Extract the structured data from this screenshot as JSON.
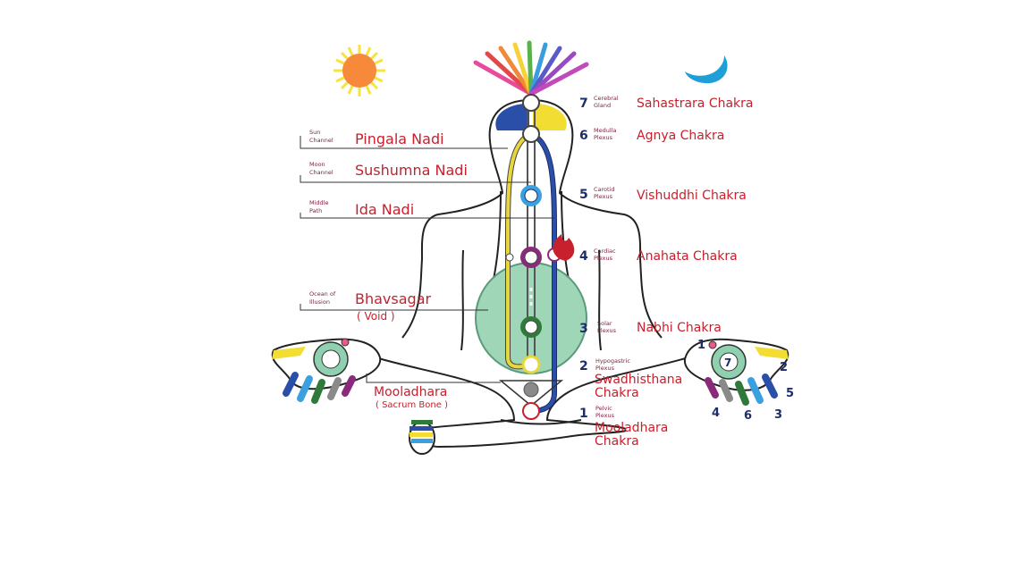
{
  "left_labels": {
    "pingala": {
      "sub1": "Sun",
      "sub2": "Channel",
      "name": "Pingala Nadi"
    },
    "sushumna": {
      "sub1": "Moon",
      "sub2": "Channel",
      "name": "Sushumna Nadi"
    },
    "ida": {
      "sub1": "Middle",
      "sub2": "Path",
      "name": "Ida Nadi"
    },
    "bhavsagar": {
      "sub1": "Ocean of",
      "sub2": "Illusion",
      "name": "Bhavsagar",
      "note": "( Void )"
    },
    "mooladhara": {
      "name": "Mooladhara",
      "note": "( Sacrum Bone )"
    }
  },
  "chakras": [
    {
      "num": "7",
      "sub1": "Cerebral",
      "sub2": "Gland",
      "name": "Sahastrara Chakra"
    },
    {
      "num": "6",
      "sub1": "Medulla",
      "sub2": "Plexus",
      "name": "Agnya Chakra"
    },
    {
      "num": "5",
      "sub1": "Carotid",
      "sub2": "Plexus",
      "name": "Vishuddhi Chakra"
    },
    {
      "num": "4",
      "sub1": "Cardiac",
      "sub2": "Plexus",
      "name": "Anahata Chakra"
    },
    {
      "num": "3",
      "sub1": "Solar",
      "sub2": "Plexus",
      "name": "Nabhi Chakra"
    },
    {
      "num": "2",
      "sub1": "Hypogastric",
      "sub2": "Plexus",
      "name": "Swadhisthana",
      "name2": "Chakra"
    },
    {
      "num": "1",
      "sub1": "Pelvic",
      "sub2": "Plexus",
      "name": "Mooladhara",
      "name2": "Chakra"
    }
  ],
  "right_hand": {
    "center": "7",
    "fingers": [
      "1",
      "2",
      "5",
      "3",
      "6",
      "4"
    ]
  },
  "colors": {
    "label_red": "#c8202c",
    "number_navy": "#1d2d6b",
    "sun": "#f6893a",
    "moon": "#1e9fd8",
    "void": "#9fd6b8",
    "pingala_line": "#e8d63a",
    "ida_line": "#2a4fa8"
  }
}
